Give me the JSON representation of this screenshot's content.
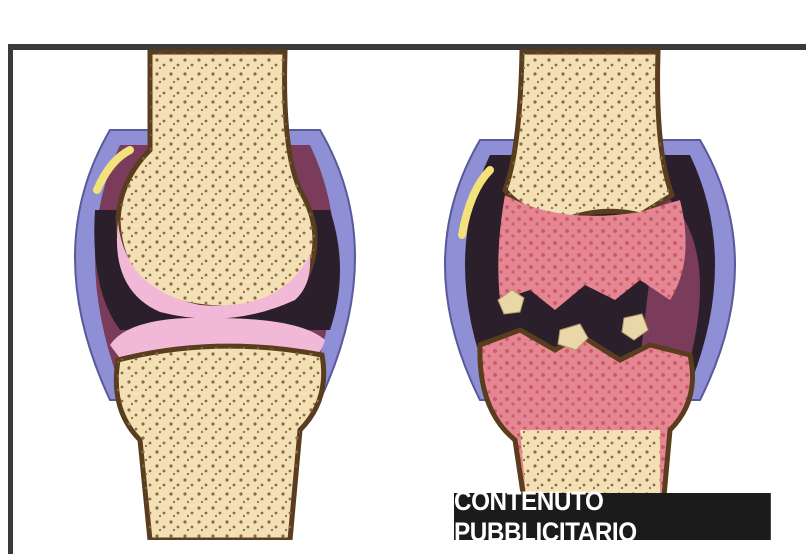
{
  "figure": {
    "colors": {
      "bone": "#f3e0b4",
      "bone_outline": "#5a3d1e",
      "spongy_dots": "#8a6a4a",
      "cartilage": "#f2b8d8",
      "synovial_fluid": "#2a1f2a",
      "joint_capsule": "#8e8fd4",
      "capsule_inner": "#7a3c5a",
      "inflamed_bone": "#e07a86",
      "fragments": "#e9d7a8",
      "highlight": "#f3e27a"
    },
    "panels": [
      {
        "condition": "healthy"
      },
      {
        "condition": "damaged"
      }
    ]
  },
  "badge": {
    "text": "CONTENUTO PUBBLICITARIO"
  }
}
